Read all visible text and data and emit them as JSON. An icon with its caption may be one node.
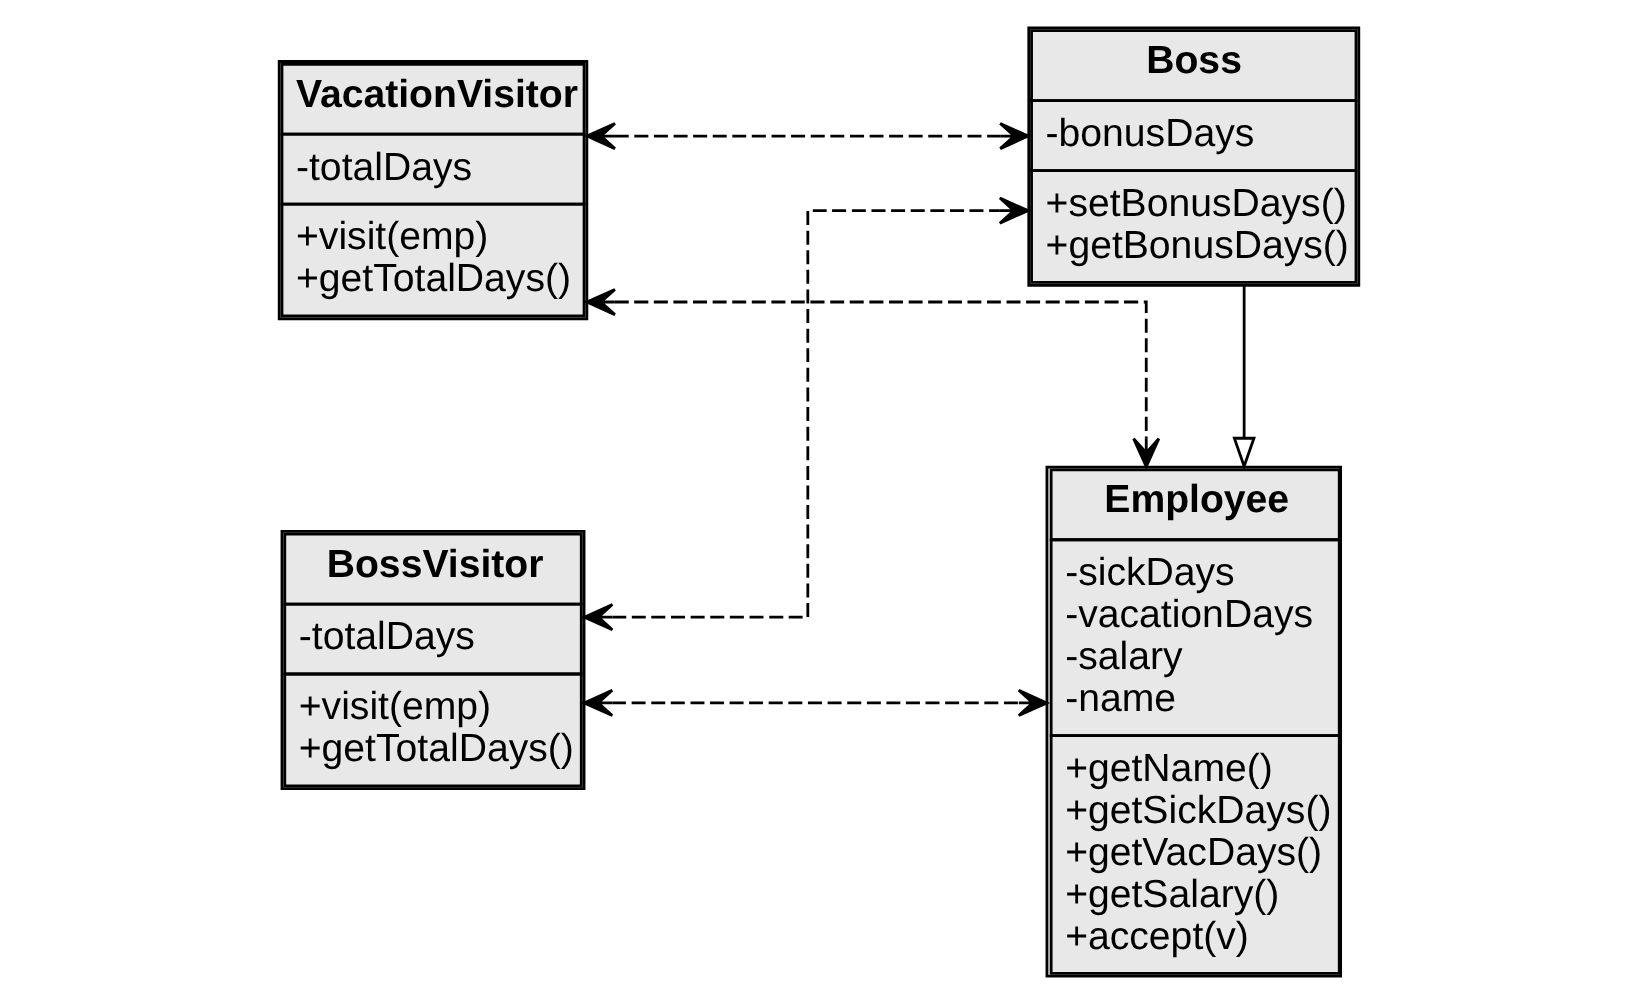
{
  "diagram": {
    "nodes": [
      {
        "text": [
          "Employee",
          "-sickDays -vacationDays -salary -name",
          "+getName() +getSickDays() +getVacDays() +getSalary() +accept(v)"
        ]
      },
      {
        "text": [
          "VacationVisitor",
          "-totalDays",
          "+visit(emp) +getTotalDays()"
        ]
      },
      {
        "text": [
          "BossVisitor",
          "-totalDays",
          "+visit(emp) +getTotalDays()"
        ]
      },
      {
        "text": [
          "Boss",
          "-bonusDays",
          "+setBonusDays() +getBonusDays()"
        ]
      }
    ],
    "edges": [
      {
        "from": 1,
        "to": 0,
        "arrow": "both",
        "style": "dashed"
      },
      {
        "from": 1,
        "to": 3,
        "arrow": "both",
        "style": "dashed"
      },
      {
        "from": 2,
        "to": 0,
        "arrow": "both",
        "style": "dashed"
      },
      {
        "from": 2,
        "to": 3,
        "arrow": "both",
        "style": "dashed"
      },
      {
        "from": 3,
        "to": 0,
        "arrow": "to"
      }
    ]
  }
}
